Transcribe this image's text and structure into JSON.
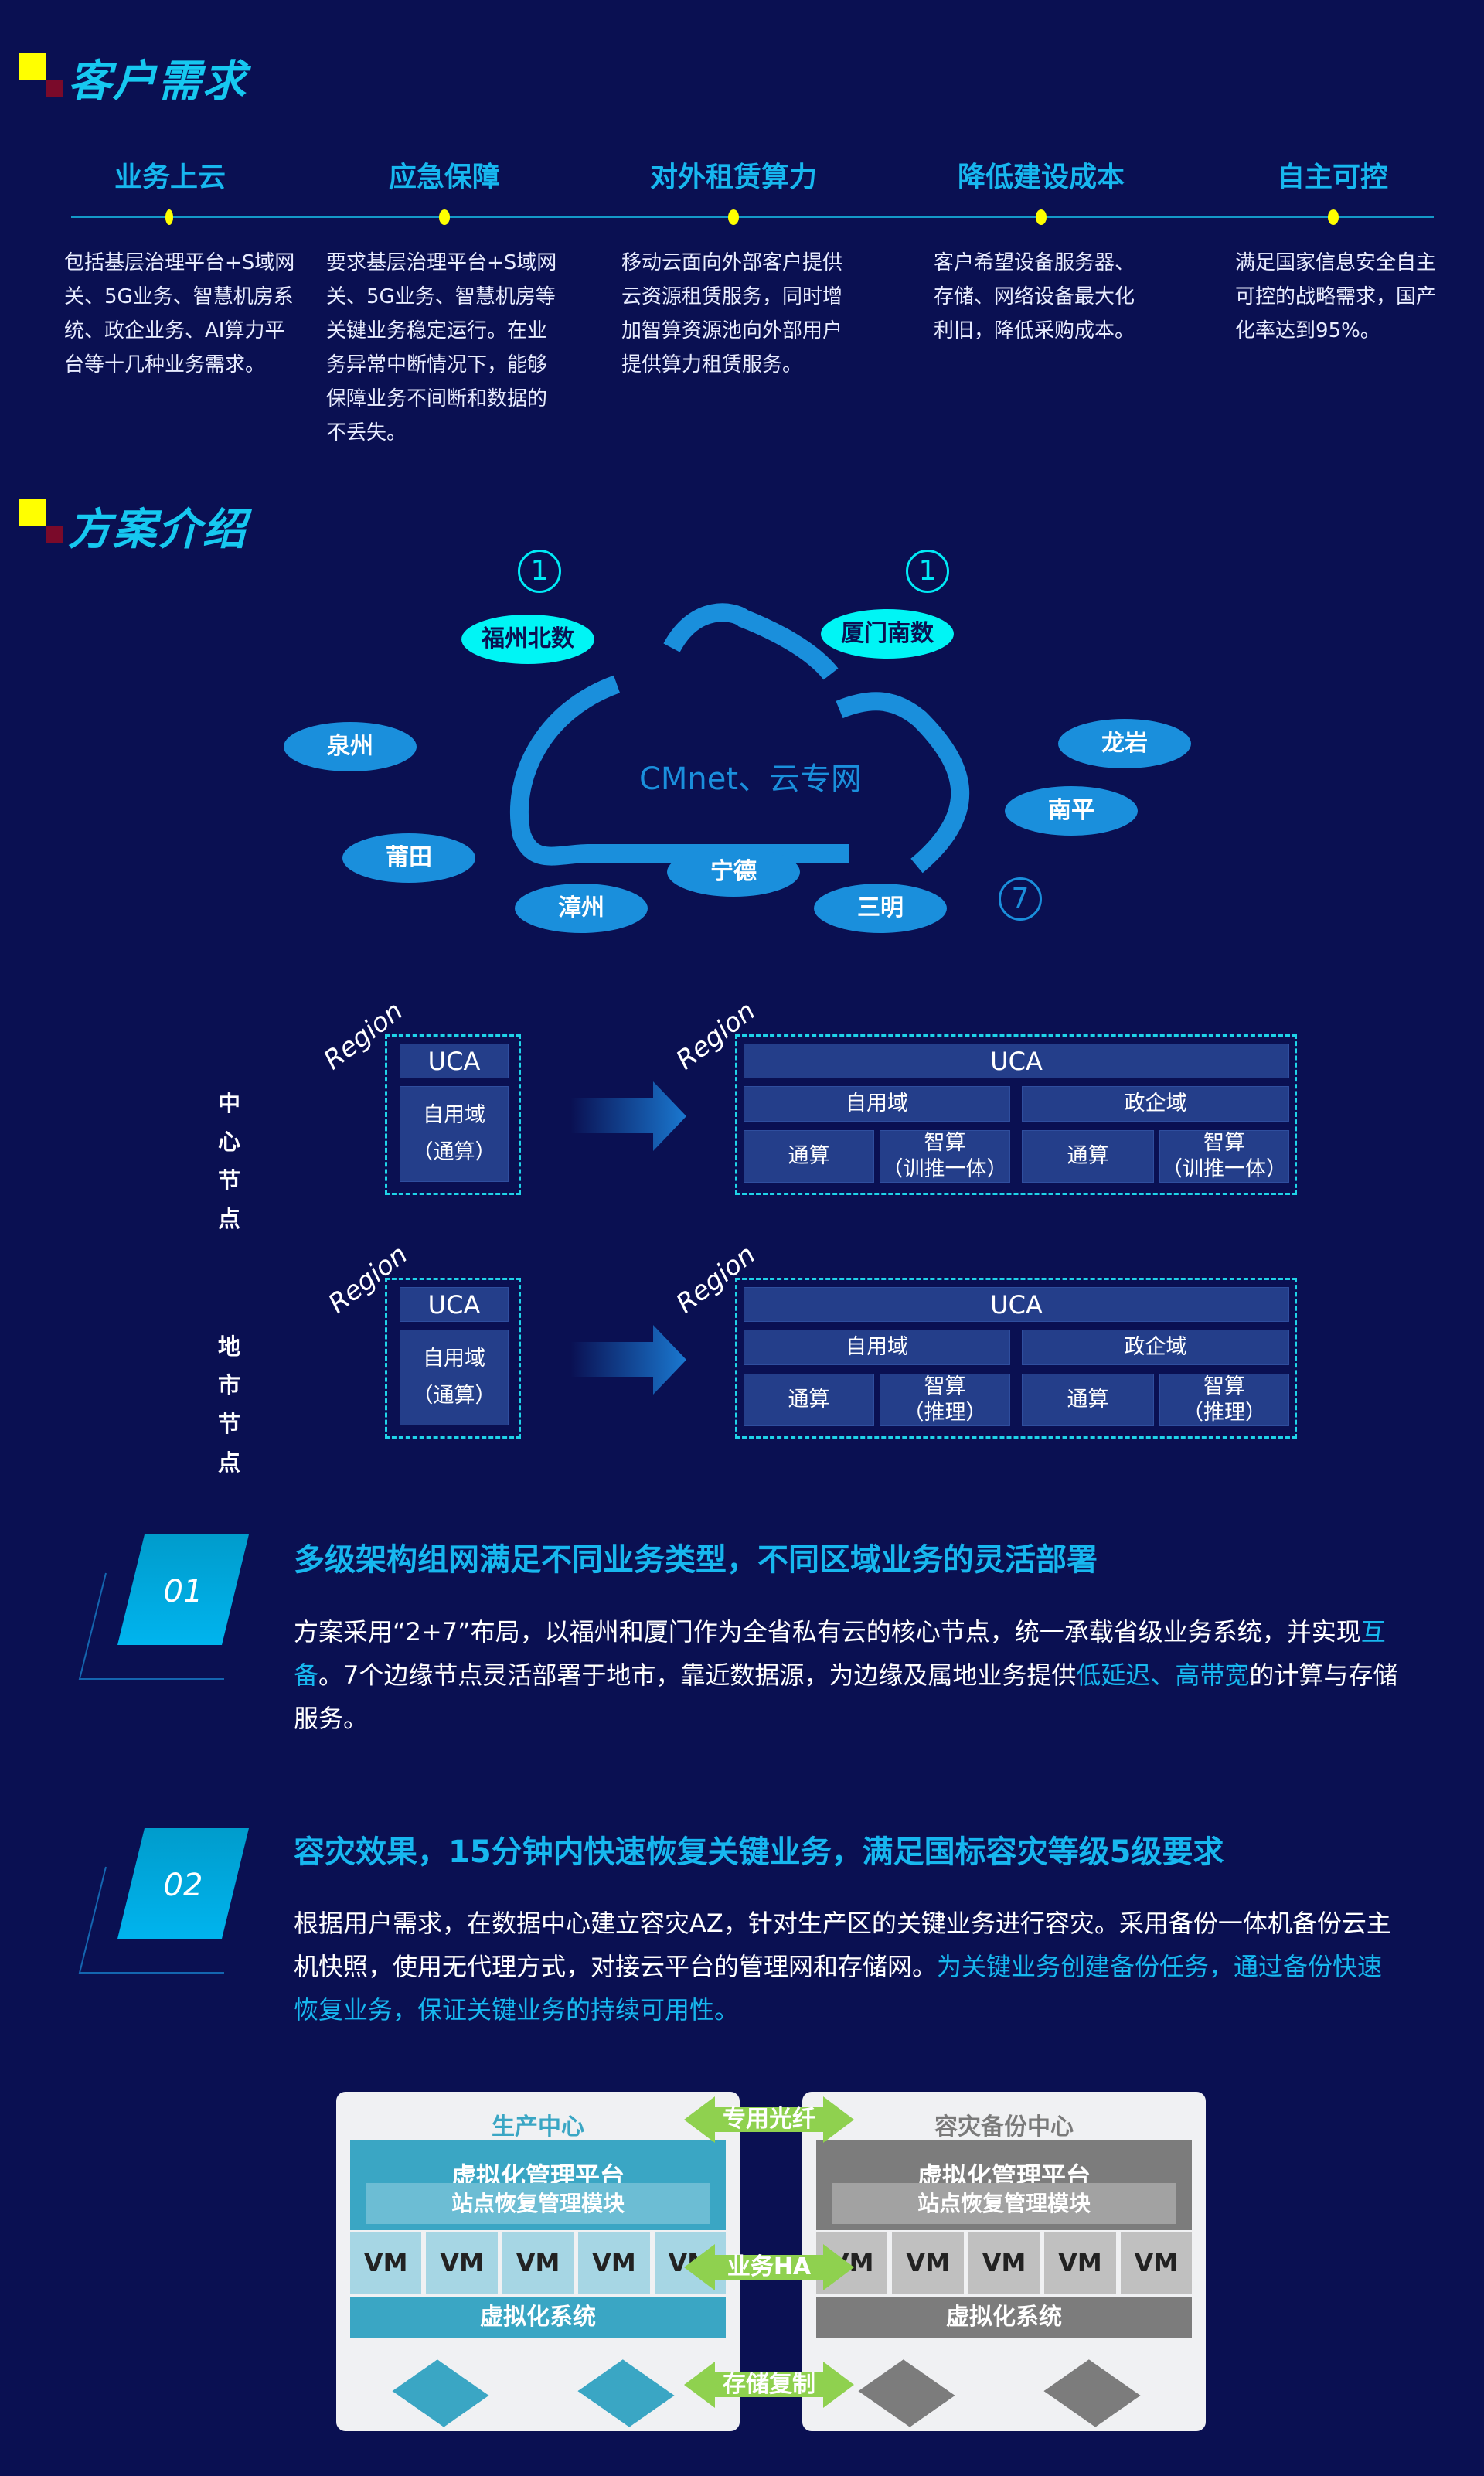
{
  "section1": {
    "title": "客户需求",
    "needs": [
      {
        "heading": "业务上云",
        "text": "包括基层治理平台+S域网关、5G业务、智慧机房系统、政企业务、AI算力平台等十几种业务需求。"
      },
      {
        "heading": "应急保障",
        "text": "要求基层治理平台+S域网关、5G业务、智慧机房等关键业务稳定运行。在业务异常中断情况下，能够保障业务不间断和数据的不丢失。"
      },
      {
        "heading": "对外租赁算力",
        "text": "移动云面向外部客户提供云资源租赁服务，同时增加智算资源池向外部用户提供算力租赁服务。"
      },
      {
        "heading": "降低建设成本",
        "text": "客户希望设备服务器、存储、网络设备最大化利旧，降低采购成本。"
      },
      {
        "heading": "自主可控",
        "text": "满足国家信息安全自主可控的战略需求，国产化率达到95%。"
      }
    ]
  },
  "section2": {
    "title": "方案介绍",
    "network": {
      "center": "CMnet、云专网",
      "core_count_1": "1",
      "core_count_2": "1",
      "edge_count": "7",
      "core_nodes": [
        "福州北数",
        "厦门南数"
      ],
      "edge_nodes": [
        "泉州",
        "龙岩",
        "南平",
        "莆田",
        "宁德",
        "漳州",
        "三明"
      ]
    },
    "arch": {
      "region": "Region",
      "rows": [
        {
          "label1": "中心",
          "label2": "节点",
          "before": {
            "uca": "UCA",
            "domain": "自用域",
            "sub": "（通算）"
          },
          "after": {
            "uca": "UCA",
            "d1": "自用域",
            "d2": "政企域",
            "c1": "通算",
            "c2a": "智算",
            "c2b": "（训推一体）",
            "c3": "通算",
            "c4a": "智算",
            "c4b": "（训推一体）"
          }
        },
        {
          "label1": "地市",
          "label2": "节点",
          "before": {
            "uca": "UCA",
            "domain": "自用域",
            "sub": "（通算）"
          },
          "after": {
            "uca": "UCA",
            "d1": "自用域",
            "d2": "政企域",
            "c1": "通算",
            "c2a": "智算",
            "c2b": "（推理）",
            "c3": "通算",
            "c4a": "智算",
            "c4b": "（推理）"
          }
        }
      ]
    }
  },
  "items": [
    {
      "num": "01",
      "heading": "多级架构组网满足不同业务类型，不同区域业务的灵活部署",
      "p1": "方案采用“2+7”布局，以福州和厦门作为全省私有云的核心节点，统一承载省级业务系统，并实现",
      "h1": "互备",
      "p2": "。7个边缘节点灵活部署于地市，靠近数据源，为边缘及属地业务提供",
      "h2": "低延迟、高带宽",
      "p3": "的计算与存储服务。"
    },
    {
      "num": "02",
      "heading": "容灾效果，15分钟内快速恢复关键业务，满足国标容灾等级5级要求",
      "p1": "根据用户需求，在数据中心建立容灾AZ，针对生产区的关键业务进行容灾。采用备份一体机备份云主机快照，使用无代理方式，对接云平台的管理网和存储网。",
      "h1": "为关键业务创建备份任务，通过备份快速恢复业务，保证关键业务的持续可用性。"
    }
  ],
  "dr": {
    "left_title": "生产中心",
    "right_title": "容灾备份中心",
    "mgmt": "虚拟化管理平台",
    "module": "站点恢复管理模块",
    "vm": "VM",
    "vsys": "虚拟化系统",
    "link1": "专用光纤",
    "link2": "业务HA",
    "link3": "存储复制"
  },
  "colors": {
    "bg": "#0a1052",
    "accent": "#17b7ef",
    "cyan": "#00f5f5",
    "green": "#8fd14f"
  }
}
